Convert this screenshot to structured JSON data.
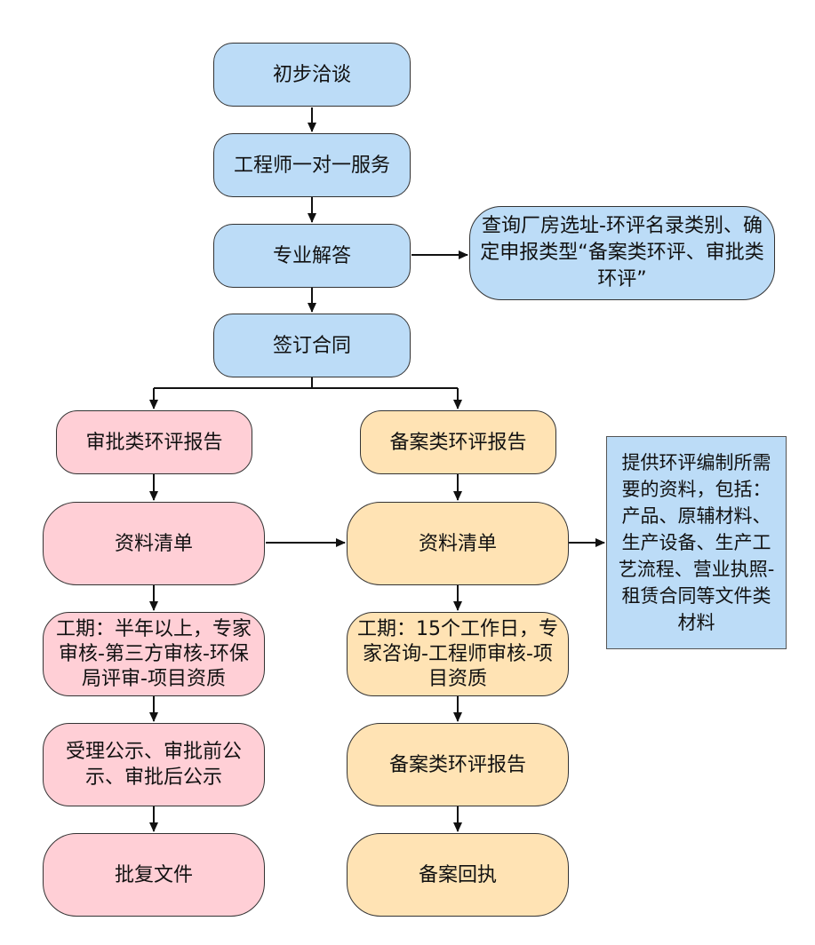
{
  "nodes": {
    "initial_talk": "初步洽谈",
    "engineer_service": "工程师一对一服务",
    "professional_answer": "专业解答",
    "query_note": "查询厂房选址-环评名录类别、确定申报类型“备案类环评、审批类环评”",
    "sign_contract": "签订合同",
    "approval_report": "审批类环评报告",
    "filing_report": "备案类环评报告",
    "approval_materials": "资料清单",
    "filing_materials": "资料清单",
    "materials_note": "提供环评编制所需要的资料，包括：产品、原辅材料、生产设备、生产工艺流程、营业执照-租赁合同等文件类材料",
    "approval_period": "工期：半年以上，专家审核-第三方审核-环保局评审-项目资质",
    "filing_period": "工期：15个工作日，专家咨询-工程师审核-项目资质",
    "approval_publicity": "受理公示、审批前公示、审批后公示",
    "filing_report_final": "备案类环评报告",
    "approval_reply": "批复文件",
    "filing_receipt": "备案回执"
  },
  "colors": {
    "consult": "#bcdcf7",
    "approval_track": "#ffcfd6",
    "filing_track": "#ffe3b4",
    "note": "#bcdcf7",
    "line": "#111111"
  }
}
